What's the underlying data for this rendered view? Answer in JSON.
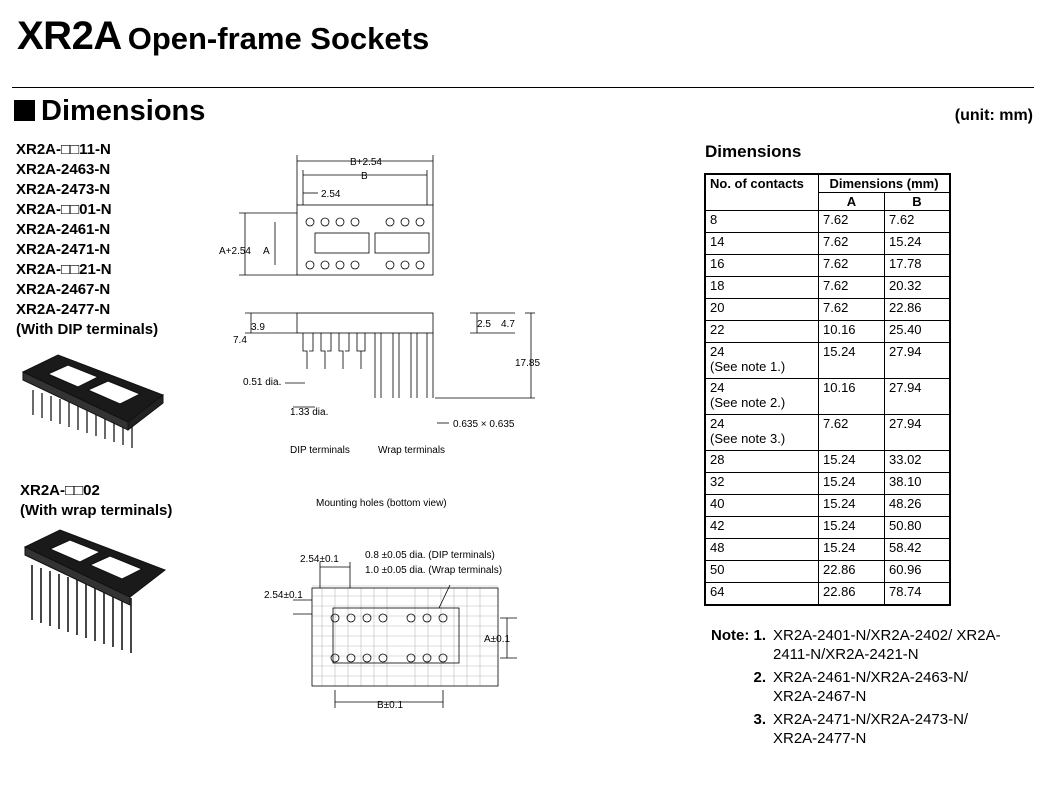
{
  "title": {
    "code": "XR2A",
    "rest": "Open-frame Sockets"
  },
  "section": {
    "heading": "Dimensions",
    "unit": "(unit: mm)"
  },
  "models_dip": [
    "XR2A-□□11-N",
    "XR2A-2463-N",
    "XR2A-2473-N",
    "XR2A-□□01-N",
    "XR2A-2461-N",
    "XR2A-2471-N",
    "XR2A-□□21-N",
    "XR2A-2467-N",
    "XR2A-2477-N",
    "(With DIP terminals)"
  ],
  "models_wrap": [
    "XR2A-□□02",
    "(With wrap terminals)"
  ],
  "drawing": {
    "top_dim_b254": "B+2.54",
    "top_dim_b": "B",
    "top_dim_254": "2.54",
    "side_a254": "A+2.54",
    "side_a": "A",
    "dim_39": "3.9",
    "dim_74": "7.4",
    "dim_25": "2.5",
    "dim_47": "4.7",
    "dim_1785": "17.85",
    "dim_051": "0.51 dia.",
    "dim_133": "1.33 dia.",
    "dim_0635": "0.635 × 0.635",
    "label_dip": "DIP terminals",
    "label_wrap": "Wrap terminals",
    "mount_title": "Mounting holes (bottom view)",
    "hole_dip": "0.8 ±0.05 dia. (DIP terminals)",
    "hole_wrap": "1.0 ±0.05 dia. (Wrap terminals)",
    "pitch_h": "2.54±0.1",
    "pitch_v": "2.54±0.1",
    "mount_a": "A±0.1",
    "mount_b": "B±0.1"
  },
  "table": {
    "title": "Dimensions",
    "header_contacts": "No. of contacts",
    "header_dims": "Dimensions (mm)",
    "header_a": "A",
    "header_b": "B",
    "rows": [
      {
        "n": "8",
        "note": "",
        "a": "7.62",
        "b": "7.62"
      },
      {
        "n": "14",
        "note": "",
        "a": "7.62",
        "b": "15.24"
      },
      {
        "n": "16",
        "note": "",
        "a": "7.62",
        "b": "17.78"
      },
      {
        "n": "18",
        "note": "",
        "a": "7.62",
        "b": "20.32"
      },
      {
        "n": "20",
        "note": "",
        "a": "7.62",
        "b": "22.86"
      },
      {
        "n": "22",
        "note": "",
        "a": "10.16",
        "b": "25.40"
      },
      {
        "n": "24",
        "note": "(See note 1.)",
        "a": "15.24",
        "b": "27.94"
      },
      {
        "n": "24",
        "note": "(See note 2.)",
        "a": "10.16",
        "b": "27.94"
      },
      {
        "n": "24",
        "note": "(See note 3.)",
        "a": "7.62",
        "b": "27.94"
      },
      {
        "n": "28",
        "note": "",
        "a": "15.24",
        "b": "33.02"
      },
      {
        "n": "32",
        "note": "",
        "a": "15.24",
        "b": "38.10"
      },
      {
        "n": "40",
        "note": "",
        "a": "15.24",
        "b": "48.26"
      },
      {
        "n": "42",
        "note": "",
        "a": "15.24",
        "b": "50.80"
      },
      {
        "n": "48",
        "note": "",
        "a": "15.24",
        "b": "58.42"
      },
      {
        "n": "50",
        "note": "",
        "a": "22.86",
        "b": "60.96"
      },
      {
        "n": "64",
        "note": "",
        "a": "22.86",
        "b": "78.74"
      }
    ]
  },
  "notes": [
    {
      "label": "Note: 1.",
      "text": "XR2A-2401-N/XR2A-2402/ XR2A-2411-N/XR2A-2421-N"
    },
    {
      "label": "2.",
      "text": "XR2A-2461-N/XR2A-2463-N/ XR2A-2467-N"
    },
    {
      "label": "3.",
      "text": "XR2A-2471-N/XR2A-2473-N/ XR2A-2477-N"
    }
  ]
}
